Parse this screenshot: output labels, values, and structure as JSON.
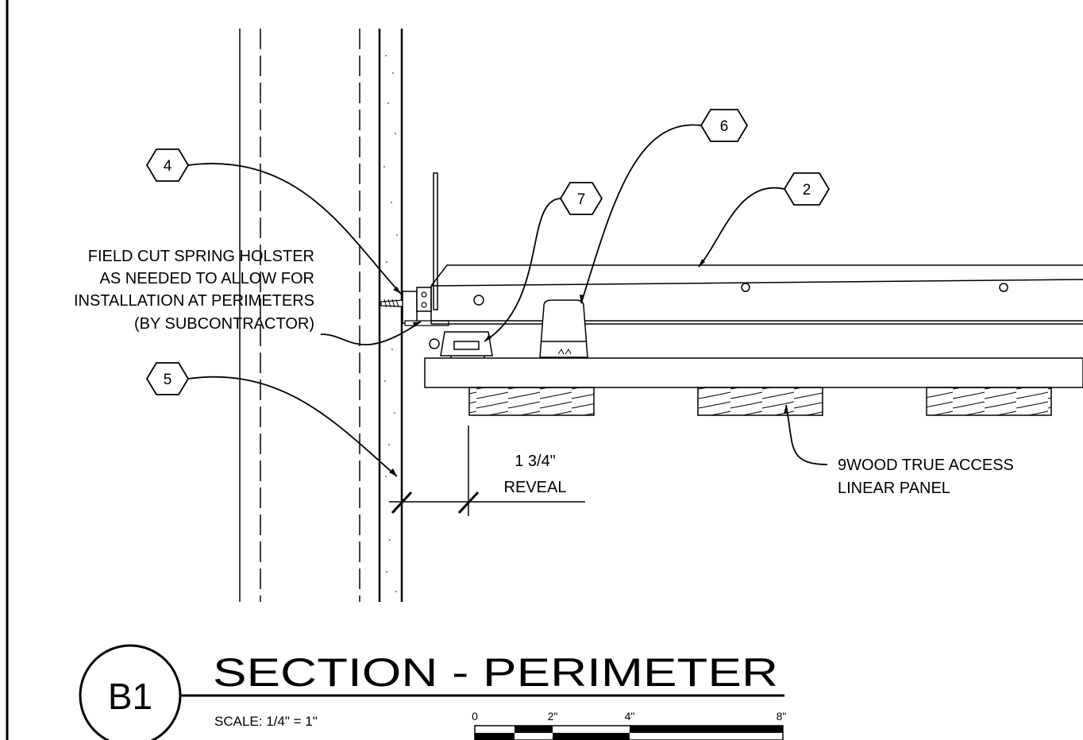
{
  "callouts": [
    {
      "id": "4"
    },
    {
      "id": "5"
    },
    {
      "id": "6"
    },
    {
      "id": "7"
    },
    {
      "id": "2"
    }
  ],
  "notes": {
    "holster": [
      "FIELD CUT SPRING HOLSTER",
      "AS NEEDED TO ALLOW FOR",
      "INSTALLATION AT PERIMETERS",
      "(BY SUBCONTRACTOR)"
    ],
    "panel": [
      "9WOOD TRUE ACCESS",
      "LINEAR PANEL"
    ],
    "reveal": [
      "1 3/4\"",
      "REVEAL"
    ]
  },
  "title_block": {
    "badge": "B1",
    "title": "SECTION - PERIMETER",
    "scale": "SCALE: 1/4\" = 1\"",
    "scale_bar_ticks": [
      "0",
      "2\"",
      "4\"",
      "8\""
    ]
  }
}
